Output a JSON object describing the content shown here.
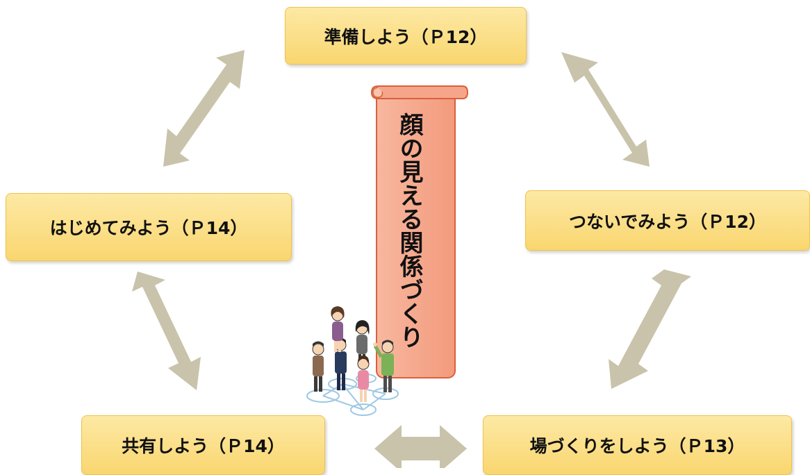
{
  "center_banner": {
    "title": "顔の見える関係づくり"
  },
  "steps": {
    "top": "準備しよう（Ｐ12）",
    "right": "つないでみよう（Ｐ12）",
    "bottom_right": "場づくりをしよう（Ｐ13）",
    "bottom_left": "共有しよう（Ｐ14）",
    "left": "はじめてみよう（Ｐ14）"
  },
  "colors": {
    "box_fill": "#fbd977",
    "box_border": "#f0c24a",
    "arrow": "#c8c3aa",
    "banner_fill": "#f5a58a",
    "banner_border": "#d9603b"
  },
  "illustration": {
    "icon": "people-network-illustration"
  }
}
